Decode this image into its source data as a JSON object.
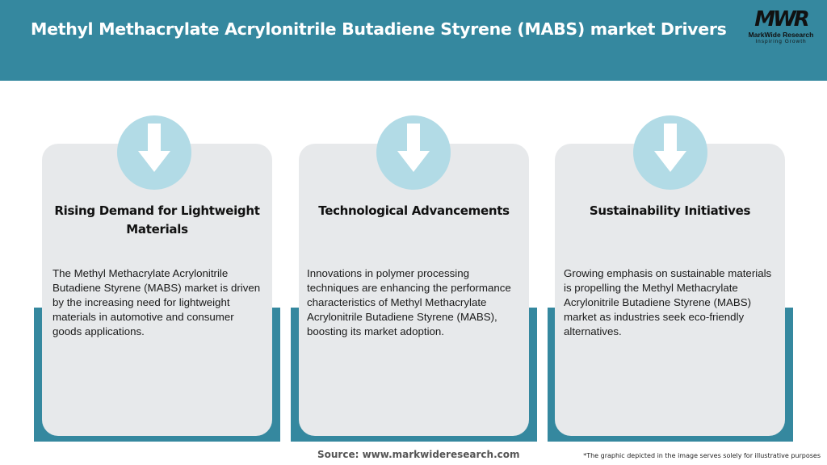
{
  "header": {
    "title": "Methyl Methacrylate Acrylonitrile Butadiene Styrene (MABS) market Drivers",
    "background_color": "#35889f"
  },
  "logo": {
    "mark": "MWR",
    "name": "MarkWide Research",
    "tagline": "Inspiring Growth"
  },
  "cards": [
    {
      "icon": "arrow-down-icon",
      "title": "Rising Demand for Lightweight Materials",
      "body": "The Methyl Methacrylate Acrylonitrile Butadiene Styrene (MABS) market is driven by the increasing need for lightweight materials in automotive and consumer goods applications."
    },
    {
      "icon": "arrow-down-icon",
      "title": "Technological Advancements",
      "body": "Innovations in polymer processing techniques are enhancing the performance characteristics of Methyl Methacrylate Acrylonitrile Butadiene Styrene (MABS), boosting its market adoption."
    },
    {
      "icon": "arrow-down-icon",
      "title": "Sustainability Initiatives",
      "body": "Growing emphasis on sustainable materials is propelling the Methyl Methacrylate Acrylonitrile Butadiene Styrene (MABS) market as industries seek eco-friendly alternatives."
    }
  ],
  "footer": {
    "source": "Source: www.markwideresearch.com",
    "note": "*The graphic depicted in the image serves solely for illustrative purposes"
  },
  "colors": {
    "accent": "#35889f",
    "card": "#e7e9eb",
    "circle": "#b2dbe6"
  }
}
